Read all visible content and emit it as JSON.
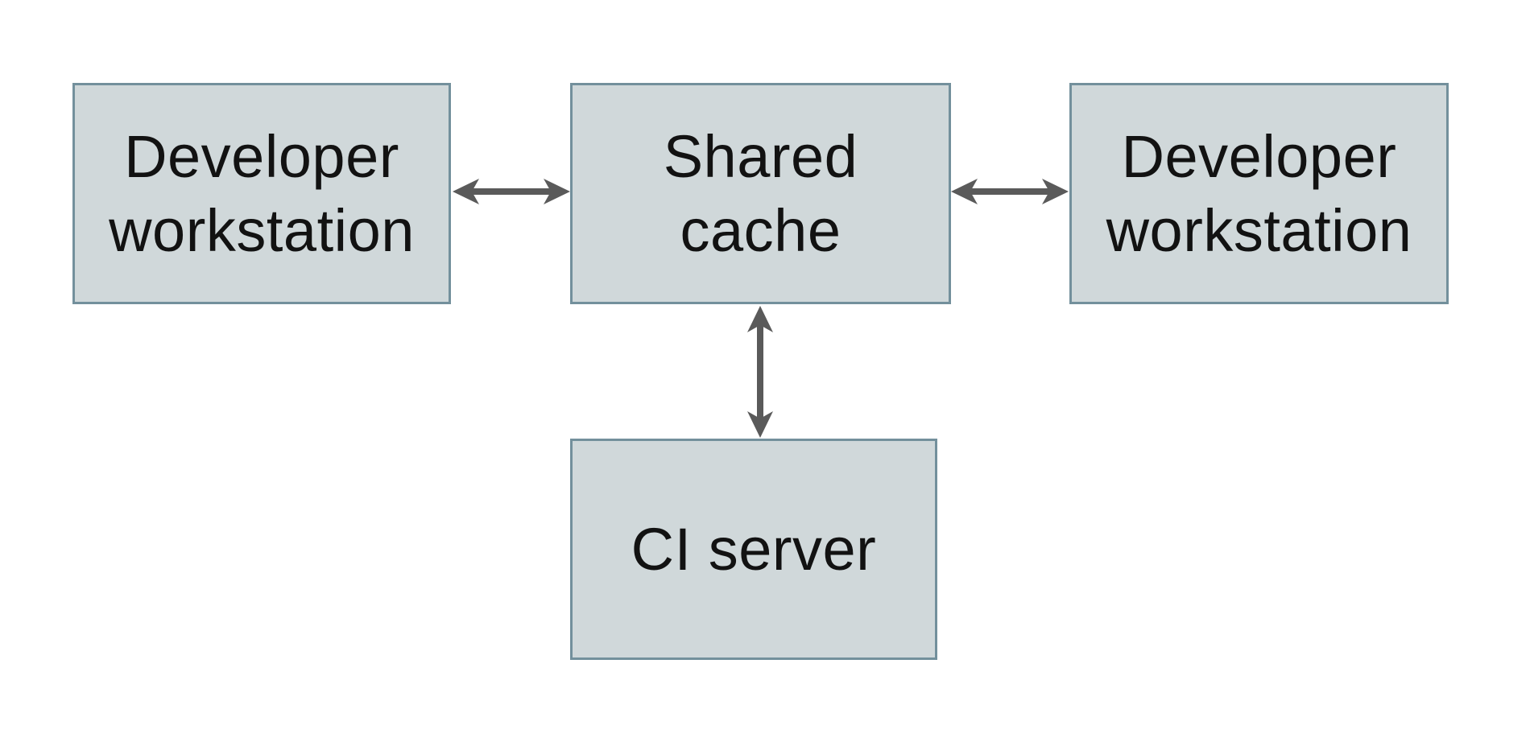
{
  "diagram": {
    "type": "architecture-diagram",
    "description": "Shared build cache topology: two developer workstations and a CI server connected bidirectionally to a shared cache",
    "nodes": {
      "dev_left": {
        "id": "developer-workstation-left",
        "label": "Developer\nworkstation"
      },
      "shared_cache": {
        "id": "shared-cache",
        "label": "Shared\ncache"
      },
      "dev_right": {
        "id": "developer-workstation-right",
        "label": "Developer\nworkstation"
      },
      "ci_server": {
        "id": "ci-server",
        "label": "CI server"
      }
    },
    "edges": [
      {
        "from": "developer-workstation-left",
        "to": "shared-cache",
        "direction": "bidirectional",
        "orientation": "horizontal"
      },
      {
        "from": "shared-cache",
        "to": "developer-workstation-right",
        "direction": "bidirectional",
        "orientation": "horizontal"
      },
      {
        "from": "shared-cache",
        "to": "ci-server",
        "direction": "bidirectional",
        "orientation": "vertical"
      }
    ],
    "colors": {
      "background": "#ffffff",
      "node_fill": "#d0d8da",
      "node_border": "#73909c",
      "arrow": "#5a5a5a",
      "text": "#121212"
    }
  }
}
